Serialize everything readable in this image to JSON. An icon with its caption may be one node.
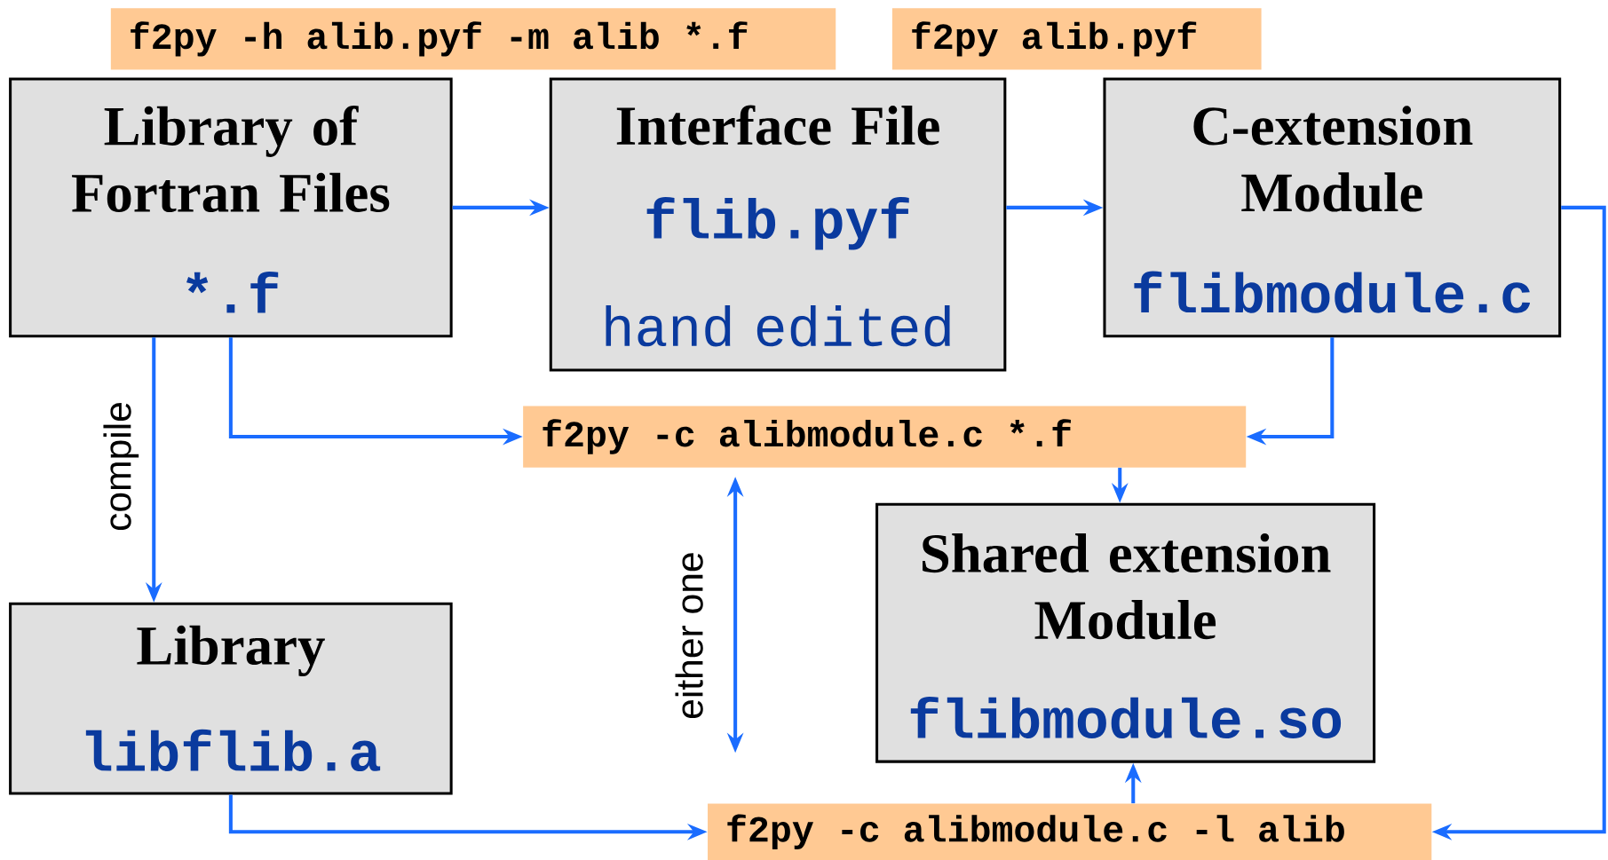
{
  "diagram": {
    "nodes": [
      {
        "text": [
          "f2py -h alib.pyf -m alib *.f"
        ]
      },
      {
        "text": [
          "f2py alib.pyf"
        ]
      },
      {
        "text": [
          "Library of Fortran Files",
          "*.f"
        ]
      },
      {
        "text": [
          "Interface File",
          "flib.pyf",
          "hand edited"
        ]
      },
      {
        "text": [
          "C-extension Module",
          "flibmodule.c"
        ]
      },
      {
        "text": [
          "f2py -c alibmodule.c *.f"
        ]
      },
      {
        "text": [
          "Shared extension Module",
          "flibmodule.so"
        ]
      },
      {
        "text": [
          "Library",
          "libflib.a"
        ]
      },
      {
        "text": [
          "f2py -c alibmodule.c -l alib"
        ]
      }
    ],
    "edges": [
      {
        "from": 2,
        "to": 3,
        "arrow": "to"
      },
      {
        "from": 3,
        "to": 4,
        "arrow": "to"
      },
      {
        "from": 2,
        "to": 5,
        "arrow": "to"
      },
      {
        "from": 4,
        "to": 5,
        "arrow": "to"
      },
      {
        "from": 4,
        "to": 8,
        "arrow": "to"
      },
      {
        "from": 2,
        "to": 7,
        "arrow": "to",
        "label": "compile"
      },
      {
        "from": 5,
        "to": 6,
        "arrow": "to"
      },
      {
        "from": 8,
        "to": 6,
        "arrow": "to"
      },
      {
        "from": 7,
        "to": 8,
        "arrow": "to"
      },
      {
        "from": 5,
        "to": 8,
        "arrow": "both",
        "label": "either one"
      }
    ]
  }
}
